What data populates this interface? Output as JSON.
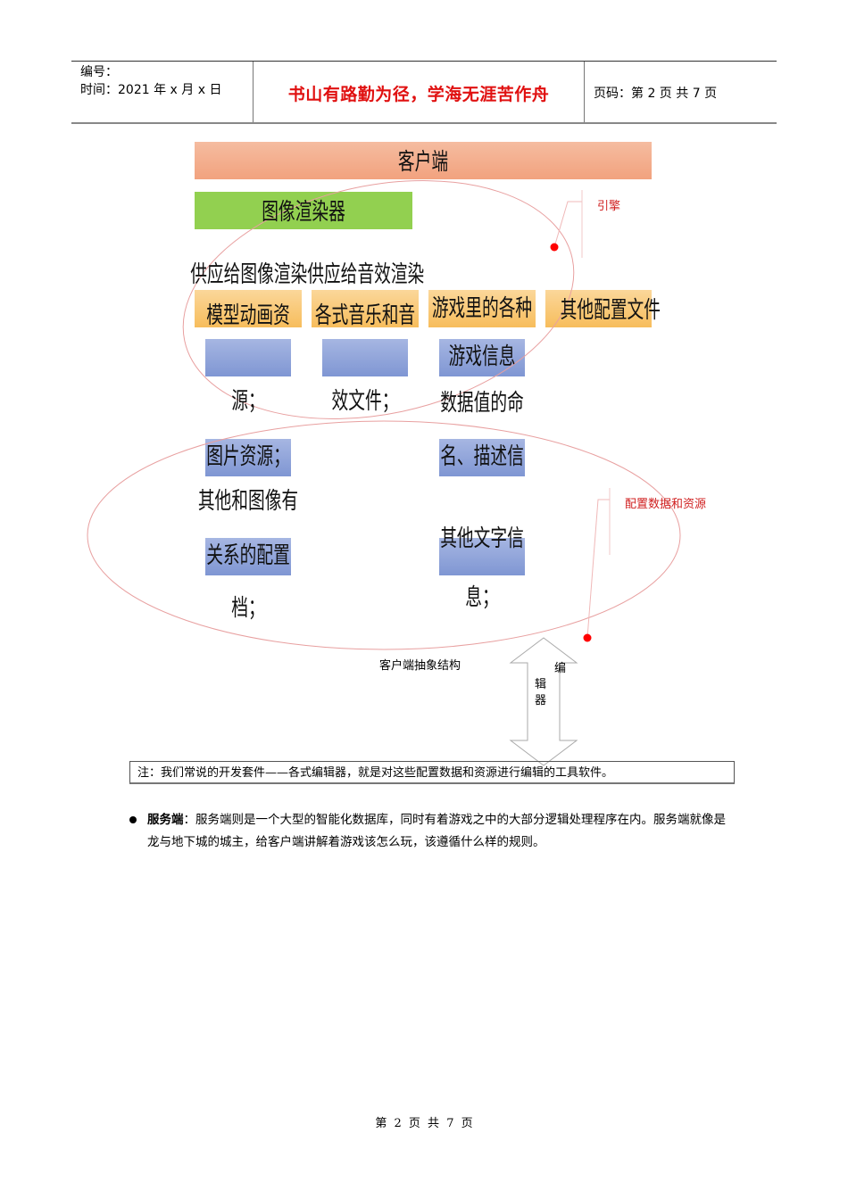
{
  "header": {
    "doc_number_label": "编号：",
    "date_label": "时间：2021 年 x 月 x 日",
    "motto": "书山有路勤为径，学海无涯苦作舟",
    "page_label": "页码：第 2 页  共 7 页"
  },
  "diagram": {
    "client_title": "客户端",
    "renderer": "图像渲染器",
    "columns": [
      {
        "lines": [
          "供应给图像渲染",
          "模型动画资",
          "源；",
          "图片资源；",
          "其他和图像有",
          "关系的配置",
          "档；"
        ]
      },
      {
        "lines": [
          "供应给音效渲染",
          "各式音乐和音",
          "效文件；"
        ]
      },
      {
        "lines": [
          "游戏里的各种",
          "游戏信息",
          "数据值的命",
          "名、描述信",
          "其他文字信",
          "息；"
        ]
      },
      {
        "lines": [
          "其他配置文件"
        ]
      }
    ],
    "callout_engine": "引擎",
    "callout_config": "配置数据和资源",
    "caption": "客户端抽象结构",
    "editor_arrow_label": [
      "编",
      "辑",
      "器"
    ]
  },
  "note": "注：我们常说的开发套件——各式编辑器，就是对这些配置数据和资源进行编辑的工具软件。",
  "server": {
    "term": "服务端",
    "text": "：服务端则是一个大型的智能化数据库，同时有着游戏之中的大部分逻辑处理程序在内。服务端就像是龙与地下城的城主，给客户端讲解着游戏该怎么玩，该遵循什么样的规则。"
  },
  "footer": "第 2 页 共 7 页",
  "colors": {
    "motto": "#e01010",
    "client_bar": "#f4ad8b",
    "renderer_bar": "#92d050",
    "orange_bar": "#f9c97a",
    "blue_bar": "#94a8dc",
    "ellipse": "#e8a0a0",
    "marker": "#ff0000"
  }
}
